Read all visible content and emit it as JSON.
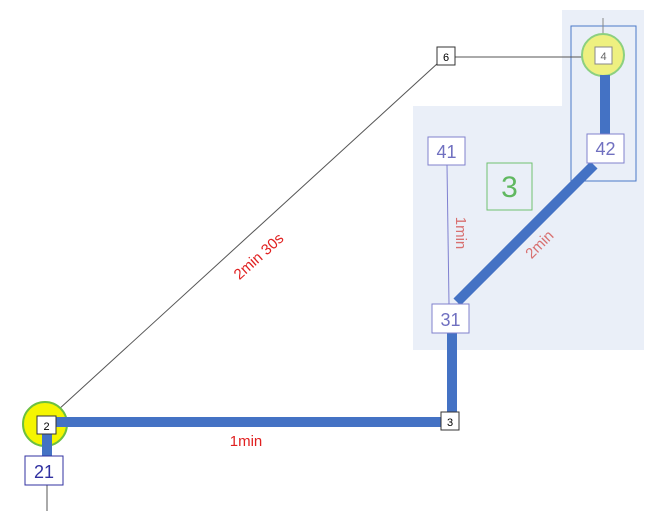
{
  "nodes": {
    "n2": "2",
    "n3": "3",
    "n4": "4",
    "n6": "6",
    "n21": "21",
    "n31": "31",
    "n41": "41",
    "n42": "42"
  },
  "group_label": "3",
  "edges": {
    "e2_6": "2min 30s",
    "e2_3": "1min",
    "e41_31": "1min",
    "e31_42": "2min"
  },
  "colors": {
    "route": "#4472c4",
    "label_red": "#e02020",
    "label_faded": "#d87070",
    "highlight": "#f0f060",
    "panel": "#eaeff8"
  }
}
